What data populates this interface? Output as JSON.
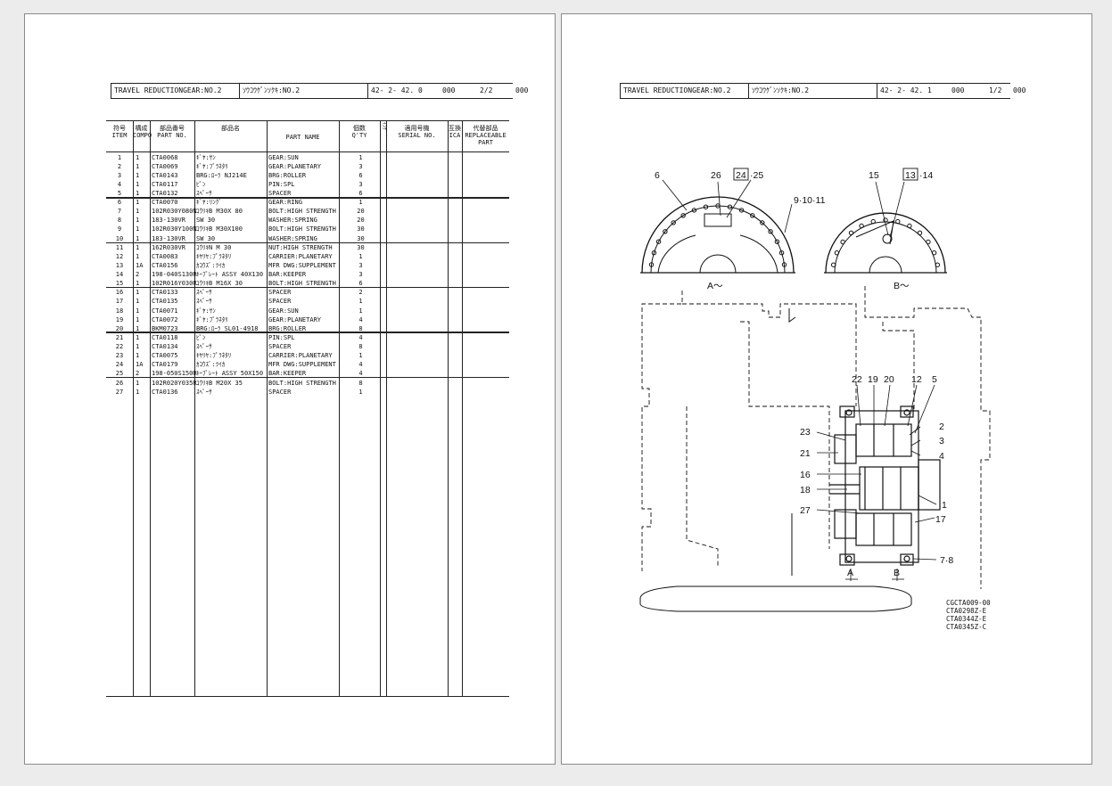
{
  "left_page": {
    "header": {
      "title": "TRAVEL REDUCTIONGEAR:NO.2",
      "title_jp": "ｿｳｺｳｹﾞﾝｿｸｷ:NO.2",
      "code": "42- 2- 42. 0",
      "num": "000",
      "page": "2/2",
      "trail": "000"
    },
    "columns": {
      "item": [
        "符号",
        "ITEM"
      ],
      "compo": [
        "構成",
        "COMPO"
      ],
      "part_no": [
        "部品番号",
        "PART NO."
      ],
      "part_name_jp": "部品名",
      "part_name": "PART NAME",
      "qty": [
        "個数",
        "Q'TY"
      ],
      "in": "ｲﾝﾅ",
      "serial": [
        "適用号機",
        "SERIAL NO."
      ],
      "ica": [
        "互換",
        "ICA"
      ],
      "replaceable": [
        "代替部品",
        "REPLACEABLE",
        "PART"
      ]
    },
    "rows": [
      {
        "item": "1",
        "comp": "1",
        "part_no": "CTA0068",
        "jp": "ｷﾞﾔ:ｻﾝ",
        "name": "GEAR:SUN",
        "qty": "1"
      },
      {
        "item": "2",
        "comp": "1",
        "part_no": "CTA0069",
        "jp": "ｷﾞﾔ:ﾌﾟﾗﾈﾀﾘ",
        "name": "GEAR:PLANETARY",
        "qty": "3"
      },
      {
        "item": "3",
        "comp": "1",
        "part_no": "CTA0143",
        "jp": "BRG:ﾛｰﾗ NJ214E",
        "name": "BRG:ROLLER",
        "qty": "6"
      },
      {
        "item": "4",
        "comp": "1",
        "part_no": "CTA0117",
        "jp": "ﾋﾟﾝ",
        "name": "PIN:SPL",
        "qty": "3"
      },
      {
        "item": "5",
        "comp": "1",
        "part_no": "CTA0132",
        "jp": "ｽﾍﾟｰｻ",
        "name": "SPACER",
        "qty": "6"
      },
      {
        "item": "6",
        "comp": "1",
        "part_no": "CTA0070",
        "jp": "ｷﾞﾔ:ﾘﾝｸﾞ",
        "name": "GEAR:RING",
        "qty": "1"
      },
      {
        "item": "7",
        "comp": "1",
        "part_no": "102R030Y080N",
        "jp": "ｺｳﾘｷB M30X 80",
        "name": "BOLT:HIGH STRENGTH",
        "qty": "20"
      },
      {
        "item": "8",
        "comp": "1",
        "part_no": "183-130VR",
        "jp": "SW 30",
        "name": "WASHER:SPRING",
        "qty": "20"
      },
      {
        "item": "9",
        "comp": "1",
        "part_no": "102R030Y100N",
        "jp": "ｺｳﾘｷB M30X100",
        "name": "BOLT:HIGH STRENGTH",
        "qty": "30"
      },
      {
        "item": "10",
        "comp": "1",
        "part_no": "183-130VR",
        "jp": "SW 30",
        "name": "WASHER:SPRING",
        "qty": "30"
      },
      {
        "item": "11",
        "comp": "1",
        "part_no": "162R030VR",
        "jp": "ｺｳﾘｷN M 30",
        "name": "NUT:HIGH STRENGTH",
        "qty": "30"
      },
      {
        "item": "12",
        "comp": "1",
        "part_no": "CTA0083",
        "jp": "ｷﾔﾘﾔ:ﾌﾟﾗﾈﾀﾘ",
        "name": "CARRIER:PLANETARY",
        "qty": "1"
      },
      {
        "item": "13",
        "comp": "1A",
        "part_no": "CTA0156",
        "jp": "ｶｺｳｽﾞ:ﾂｲｶ",
        "name": "MFR DWG:SUPPLEMENT",
        "qty": "3"
      },
      {
        "item": "14",
        "comp": "2",
        "part_no": "198-040S130R",
        "jp": "ｷｰﾌﾟﾚｰﾄ ASSY 40X130",
        "name": "BAR:KEEPER",
        "qty": "3"
      },
      {
        "item": "15",
        "comp": "1",
        "part_no": "102R016Y030R",
        "jp": "ｺｳﾘｷB M16X 30",
        "name": "BOLT:HIGH STRENGTH",
        "qty": "6"
      },
      {
        "item": "16",
        "comp": "1",
        "part_no": "CTA0133",
        "jp": "ｽﾍﾟｰｻ",
        "name": "SPACER",
        "qty": "2"
      },
      {
        "item": "17",
        "comp": "1",
        "part_no": "CTA0135",
        "jp": "ｽﾍﾟｰｻ",
        "name": "SPACER",
        "qty": "1"
      },
      {
        "item": "18",
        "comp": "1",
        "part_no": "CTA0071",
        "jp": "ｷﾞﾔ:ｻﾝ",
        "name": "GEAR:SUN",
        "qty": "1"
      },
      {
        "item": "19",
        "comp": "1",
        "part_no": "CTA0072",
        "jp": "ｷﾞﾔ:ﾌﾟﾗﾈﾀﾘ",
        "name": "GEAR:PLANETARY",
        "qty": "4"
      },
      {
        "item": "20",
        "comp": "1",
        "part_no": "BKM0723",
        "jp": "BRG:ﾛｰﾗ SL01-4918",
        "name": "BRG:ROLLER",
        "qty": "8"
      },
      {
        "item": "21",
        "comp": "1",
        "part_no": "CTA0118",
        "jp": "ﾋﾟﾝ",
        "name": "PIN:SPL",
        "qty": "4"
      },
      {
        "item": "22",
        "comp": "1",
        "part_no": "CTA0134",
        "jp": "ｽﾍﾟｰｻ",
        "name": "SPACER",
        "qty": "8"
      },
      {
        "item": "23",
        "comp": "1",
        "part_no": "CTA0075",
        "jp": "ｷﾔﾘﾔ:ﾌﾟﾗﾈﾀﾘ",
        "name": "CARRIER:PLANETARY",
        "qty": "1"
      },
      {
        "item": "24",
        "comp": "1A",
        "part_no": "CTA0179",
        "jp": "ｶｺｳｽﾞ:ﾂｲｶ",
        "name": "MFR DWG:SUPPLEMENT",
        "qty": "4"
      },
      {
        "item": "25",
        "comp": "2",
        "part_no": "198-050S150R",
        "jp": "ｷｰﾌﾟﾚｰﾄ ASSY 50X150",
        "name": "BAR:KEEPER",
        "qty": "4"
      },
      {
        "item": "26",
        "comp": "1",
        "part_no": "102R020Y035R",
        "jp": "ｺｳﾘｷB M20X 35",
        "name": "BOLT:HIGH STRENGTH",
        "qty": "8"
      },
      {
        "item": "27",
        "comp": "1",
        "part_no": "CTA0136",
        "jp": "ｽﾍﾟｰｻ",
        "name": "SPACER",
        "qty": "1"
      }
    ]
  },
  "right_page": {
    "header": {
      "title": "TRAVEL REDUCTIONGEAR:NO.2",
      "title_jp": "ｿｳｺｳｹﾞﾝｿｸｷ:NO.2",
      "code": "42- 2- 42. 1",
      "num": "000",
      "page": "1/2",
      "trail": "000"
    },
    "callouts": {
      "c6": "6",
      "c26": "26",
      "c24_25": "24",
      "c24_25b": "·25",
      "c9_10_11": "9·10·11",
      "c15": "15",
      "c13_14": "13",
      "c13_14b": "·14",
      "view_a": "A～",
      "view_b": "B～",
      "c22": "22",
      "c19": "19",
      "c20": "20",
      "c12": "12",
      "c5": "5",
      "c23": "23",
      "c2": "2",
      "c3": "3",
      "c21": "21",
      "c4": "4",
      "c16": "16",
      "c18": "18",
      "c1": "1",
      "c27": "27",
      "c17": "17",
      "c7_8": "7·8",
      "sec_a": "A",
      "sec_b": "B"
    },
    "drawing_codes": [
      "CGCTA009-00",
      "CTA0298Z-E",
      "CTA0344Z-E",
      "CTA0345Z-C"
    ]
  }
}
